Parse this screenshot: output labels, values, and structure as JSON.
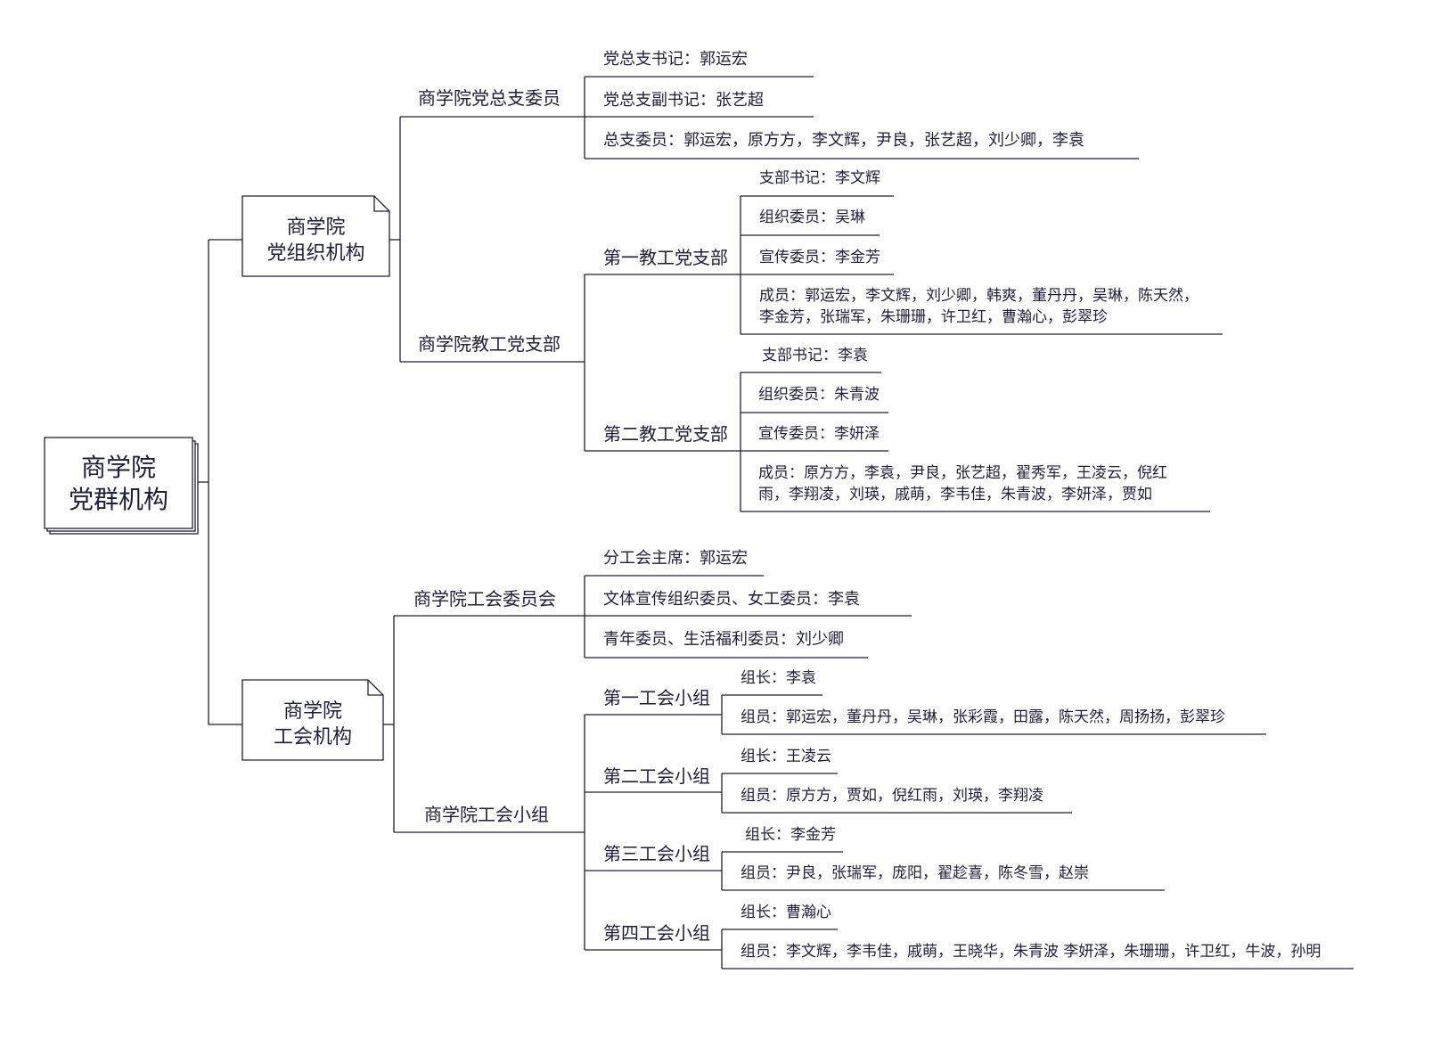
{
  "root": {
    "line1": "商学院",
    "line2": "党群机构"
  },
  "party": {
    "box": {
      "line1": "商学院",
      "line2": "党组织机构"
    },
    "committee": {
      "title": "商学院党总支委员",
      "items": [
        "党总支书记：郭运宏",
        "党总支副书记：张艺超",
        "总支委员：郭运宏，原方方，李文辉，尹良，张艺超，刘少卿，李袁"
      ]
    },
    "branch": {
      "title": "商学院教工党支部",
      "first": {
        "title": "第一教工党支部",
        "items": [
          "支部书记：李文辉",
          "组织委员：吴琳",
          "宣传委员：李金芳"
        ],
        "members_l1": "成员：郭运宏，李文辉，刘少卿，韩爽，董丹丹，吴琳，陈天然，",
        "members_l2": "李金芳，张瑞军，朱珊珊，许卫红，曹瀚心，彭翠珍"
      },
      "second": {
        "title": "第二教工党支部",
        "items": [
          "支部书记：李袁",
          "组织委员：朱青波",
          "宣传委员：李妍泽"
        ],
        "members_l1": "成员：原方方，李袁，尹良，张艺超，翟秀军，王凌云，倪红",
        "members_l2": "雨，李翔凌，刘瑛，戚萌，李韦佳，朱青波，李妍泽，贾如"
      }
    }
  },
  "union": {
    "box": {
      "line1": "商学院",
      "line2": "工会机构"
    },
    "committee": {
      "title": "商学院工会委员会",
      "items": [
        "分工会主席：郭运宏",
        "文体宣传组织委员、女工委员：李袁",
        "青年委员、生活福利委员：刘少卿"
      ]
    },
    "groups": {
      "title": "商学院工会小组",
      "list": [
        {
          "title": "第一工会小组",
          "leader": "组长：李袁",
          "members": "组员：郭运宏，董丹丹，吴琳，张彩霞，田露，陈天然，周扬扬，彭翠珍"
        },
        {
          "title": "第二工会小组",
          "leader": "组长：王凌云",
          "members": "组员：原方方，贾如，倪红雨，刘瑛，李翔凌"
        },
        {
          "title": "第三工会小组",
          "leader": "组长：李金芳",
          "members": "组员：尹良，张瑞军，庞阳，翟趁喜，陈冬雪，赵崇"
        },
        {
          "title": "第四工会小组",
          "leader": "组长：曹瀚心",
          "members": "组员：李文辉，李韦佳，戚萌，王晓华，朱青波 李妍泽，朱珊珊，许卫红，牛波，孙明"
        }
      ]
    }
  },
  "colors": {
    "line": "#1f1f3a",
    "text": "#1f1f3a",
    "box_fill": "#ffffff"
  }
}
